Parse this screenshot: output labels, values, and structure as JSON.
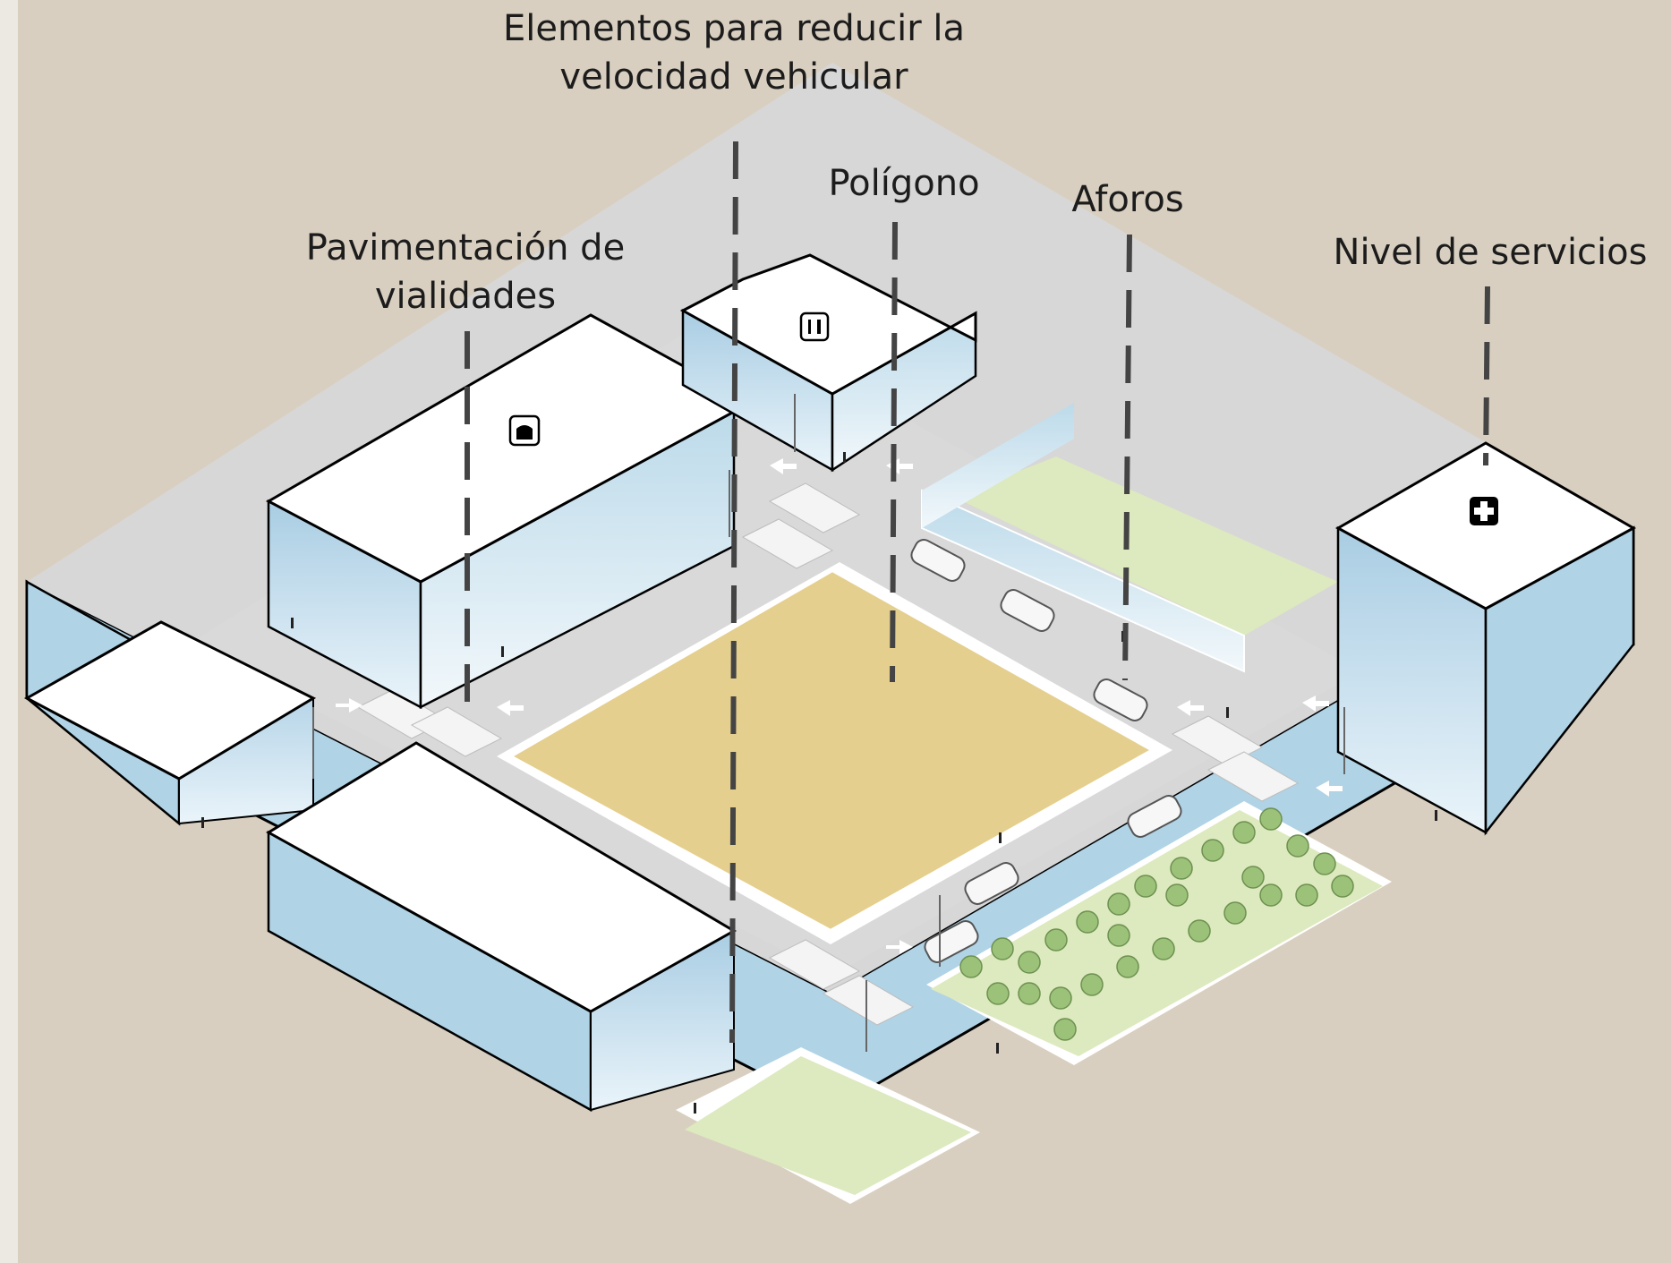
{
  "labels": {
    "pavimentacion": {
      "line1": "Pavimentación de",
      "line2": "vialidades"
    },
    "elementos": {
      "line1": "Elementos para reducir la",
      "line2": "velocidad vehicular"
    },
    "poligono": "Polígono",
    "aforos": "Aforos",
    "nivel_servicios": "Nivel de servicios"
  },
  "colors": {
    "background": "#d8cfc0",
    "polygon": "#e5cf8e",
    "park": "#dde9be",
    "road": "#d9d9d9",
    "sidewalk": "#ffffff",
    "building_side": "#b0d3e6",
    "building_top": "#ffffff",
    "leader_line": "#444444"
  },
  "icons": [
    "utensils-icon",
    "parking-icon",
    "medical-cross-icon",
    "car-icon",
    "tree-icon",
    "pedestrian-icon",
    "street-light-icon",
    "arrow-icon"
  ]
}
